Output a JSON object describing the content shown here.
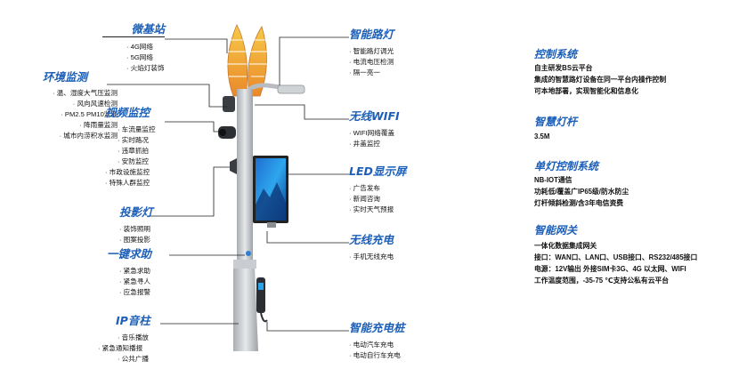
{
  "left_features": [
    {
      "id": "micro-station",
      "title": "微基站",
      "items": [
        "4G网络",
        "5G网络",
        "火焰灯装饰"
      ]
    },
    {
      "id": "environment",
      "title": "环境监测",
      "items": [
        "温、湿度大气压监测",
        "风向风速检测",
        "PM2.5  PM10监测",
        "降雨量监测",
        "城市内涝积水监测"
      ]
    },
    {
      "id": "video",
      "title": "视频监控",
      "items": [
        "车流量监控",
        "实时路况",
        "违章抓拍",
        "安防监控",
        "市政设施监控",
        "特殊人群监控"
      ]
    },
    {
      "id": "projection",
      "title": "投影灯",
      "items": [
        "装饰照明",
        "图案投影"
      ]
    },
    {
      "id": "sos",
      "title": "一键求助",
      "items": [
        "紧急求助",
        "紧急寻人",
        "应急报警"
      ]
    },
    {
      "id": "ip-speaker",
      "title": "IP音柱",
      "items": [
        "音乐播放",
        "紧急通知播报",
        "公共广播"
      ]
    }
  ],
  "right_features": [
    {
      "id": "smart-light",
      "title": "智能路灯",
      "items": [
        "智能路灯调光",
        "电流电压检测",
        "隔一亮一"
      ]
    },
    {
      "id": "wifi",
      "title": "无线WIFI",
      "items": [
        "WIFI网络覆盖",
        "井盖监控"
      ]
    },
    {
      "id": "led",
      "title": "LED显示屏",
      "items": [
        "广告发布",
        "新闻咨询",
        "实时天气预报"
      ]
    },
    {
      "id": "wireless-charge",
      "title": "无线充电",
      "items": [
        "手机无线充电"
      ]
    },
    {
      "id": "charging-pile",
      "title": "智能充电桩",
      "items": [
        "电动汽车充电",
        "电动自行车充电"
      ]
    }
  ],
  "panel": {
    "control": {
      "title": "控制系统",
      "lines": [
        "自主研发BS云平台",
        "集成的智慧路灯设备在同一平台内操作控制",
        "可本地部署，实现智能化和信息化"
      ]
    },
    "pole": {
      "title": "智慧灯杆",
      "lines": [
        "3.5M"
      ]
    },
    "single": {
      "title": "单灯控制系统",
      "lines": [
        "NB-IOT通信",
        "功耗低/覆盖广IP65级/防水防尘",
        "灯杆倾斜检测/含3年电信资费"
      ]
    },
    "gateway": {
      "title": "智能网关",
      "lines": [
        "一体化数据集成网关",
        "接口：WAN口、LAN口、USB接口、RS232/485接口",
        "电源：12V输出 外接SIM卡3G、4G 以太网、WIFI",
        "工作温度范围，-35-75 ℃支持公私有云平台"
      ]
    }
  }
}
